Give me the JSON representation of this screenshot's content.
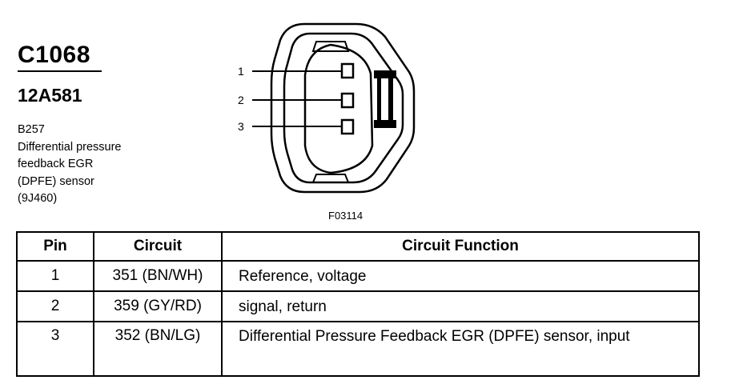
{
  "connector": {
    "id": "C1068",
    "part_number": "12A581",
    "component_lines": [
      "B257",
      "Differential pressure",
      "feedback EGR",
      "(DPFE) sensor",
      "(9J460)"
    ]
  },
  "figure": {
    "code": "F03114",
    "pin_labels": [
      "1",
      "2",
      "3"
    ]
  },
  "table": {
    "headers": [
      "Pin",
      "Circuit",
      "Circuit Function"
    ],
    "rows": [
      {
        "pin": "1",
        "circuit": "351 (BN/WH)",
        "function": "Reference, voltage"
      },
      {
        "pin": "2",
        "circuit": "359 (GY/RD)",
        "function": "signal, return"
      },
      {
        "pin": "3",
        "circuit": "352 (BN/LG)",
        "function": "Differential Pressure Feedback EGR (DPFE) sensor, input"
      }
    ]
  }
}
